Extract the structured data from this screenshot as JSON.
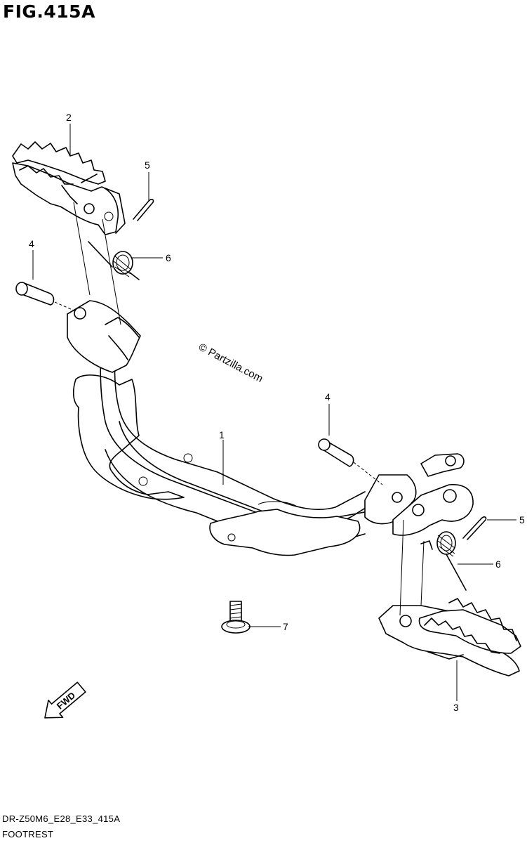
{
  "figure": {
    "title": "FIG.415A",
    "model_code": "DR-Z50M6_E28_E33_415A",
    "section_name": "FOOTREST",
    "watermark": "© Partzilla.com",
    "direction_arrow": "FWD"
  },
  "callouts": [
    {
      "id": "callout-1-frame-bar",
      "number": "1"
    },
    {
      "id": "callout-2-left-footpeg",
      "number": "2"
    },
    {
      "id": "callout-3-right-footpeg",
      "number": "3"
    },
    {
      "id": "callout-4-left-pin",
      "number": "4"
    },
    {
      "id": "callout-4-right-pin",
      "number": "4"
    },
    {
      "id": "callout-5-left-cotter-pin",
      "number": "5"
    },
    {
      "id": "callout-5-right-cotter-pin",
      "number": "5"
    },
    {
      "id": "callout-6-left-spring",
      "number": "6"
    },
    {
      "id": "callout-6-right-spring",
      "number": "6"
    },
    {
      "id": "callout-7-bolt",
      "number": "7"
    }
  ]
}
